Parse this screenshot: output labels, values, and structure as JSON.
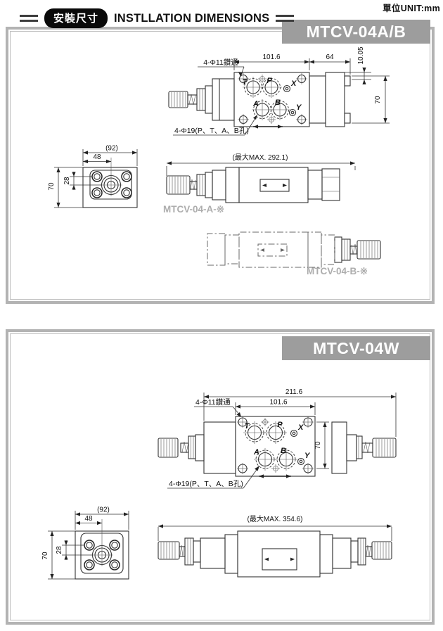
{
  "page": {
    "unit_label": "單位UNIT:mm",
    "header_badge": "安裝尺寸",
    "header_title": "INSTLLATION DIMENSIONS"
  },
  "panel_ab": {
    "banner": "MTCV-04A/B",
    "plan_view": {
      "hole_note": "4-Φ11鑽通",
      "dim_width": "101.6",
      "dim_side": "64",
      "dim_top_offset": "10.05",
      "dim_height": "70",
      "port_note": "4-Φ19(P、T、A、B孔)",
      "port_t": "T",
      "port_p": "P",
      "port_x": "X",
      "port_a": "A",
      "port_b": "B",
      "port_y": "Y"
    },
    "end_view": {
      "dim_overall": "(92)",
      "dim_bolt": "48",
      "dim_center": "28",
      "dim_height": "70"
    },
    "side_view_a": {
      "dim_max": "(最大MAX. 292.1)",
      "model": "MTCV-04-A-※"
    },
    "side_view_b": {
      "model": "MTCV-04-B-※"
    }
  },
  "panel_w": {
    "banner": "MTCV-04W",
    "plan_view": {
      "dim_total": "211.6",
      "dim_width": "101.6",
      "hole_note": "4-Φ11鑽通",
      "dim_height": "70",
      "port_note": "4-Φ19(P、T、A、B孔)",
      "port_t": "T",
      "port_p": "P",
      "port_x": "X",
      "port_a": "A",
      "port_b": "B",
      "port_y": "Y"
    },
    "end_view": {
      "dim_overall": "(92)",
      "dim_bolt": "48",
      "dim_center": "28",
      "dim_height": "70"
    },
    "side_view": {
      "dim_max": "(最大MAX. 354.6)"
    }
  }
}
